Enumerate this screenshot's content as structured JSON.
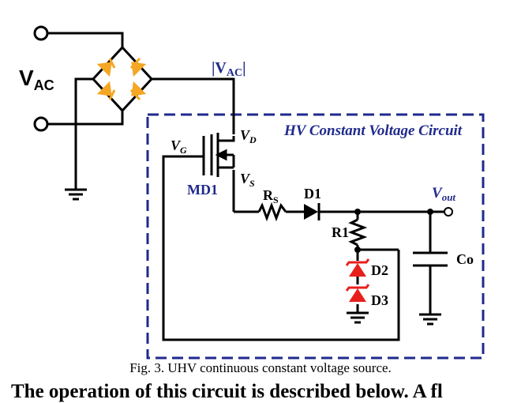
{
  "diagram": {
    "vac_main": "V",
    "vac_sub": "AC",
    "vac_rect_main": "|V",
    "vac_rect_sub": "AC",
    "vac_rect_close": "|",
    "circuit_title": "HV Constant Voltage Circuit",
    "vd_main": "V",
    "vd_sub": "D",
    "vg_main": "V",
    "vg_sub": "G",
    "vs_main": "V",
    "vs_sub": "S",
    "md1": "MD1",
    "rs_main": "R",
    "rs_sub": "S",
    "d1": "D1",
    "vout_main": "V",
    "vout_sub": "out",
    "r1": "R1",
    "co": "Co",
    "d2": "D2",
    "d3": "D3",
    "colors": {
      "wire": "#000000",
      "box": "#1f2a8c",
      "bridge_diode": "#f5a623",
      "zener": "#e8201c",
      "label_blue": "#1f2a8c"
    }
  },
  "caption": "Fig. 3. UHV continuous constant voltage source.",
  "body_text_fragment": "The operation of this circuit is described below. A fl"
}
